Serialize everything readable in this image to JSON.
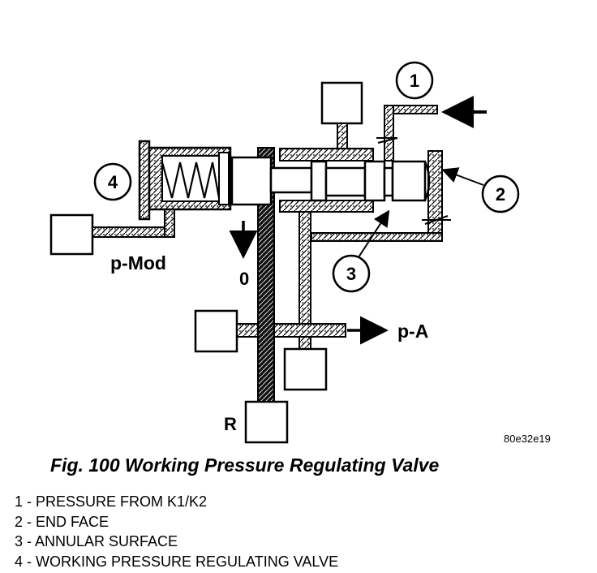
{
  "diagram": {
    "reference_code": "80e32e19",
    "labels": {
      "p_mod": "p-Mod",
      "zero": "0",
      "p_a": "p-A",
      "r": "R"
    },
    "callouts": [
      "1",
      "2",
      "3",
      "4"
    ],
    "caption": "Fig. 100 Working Pressure Regulating Valve"
  },
  "legend": [
    "1 - PRESSURE FROM K1/K2",
    "2 - END FACE",
    "3 - ANNULAR SURFACE",
    "4 - WORKING PRESSURE REGULATING VALVE"
  ]
}
